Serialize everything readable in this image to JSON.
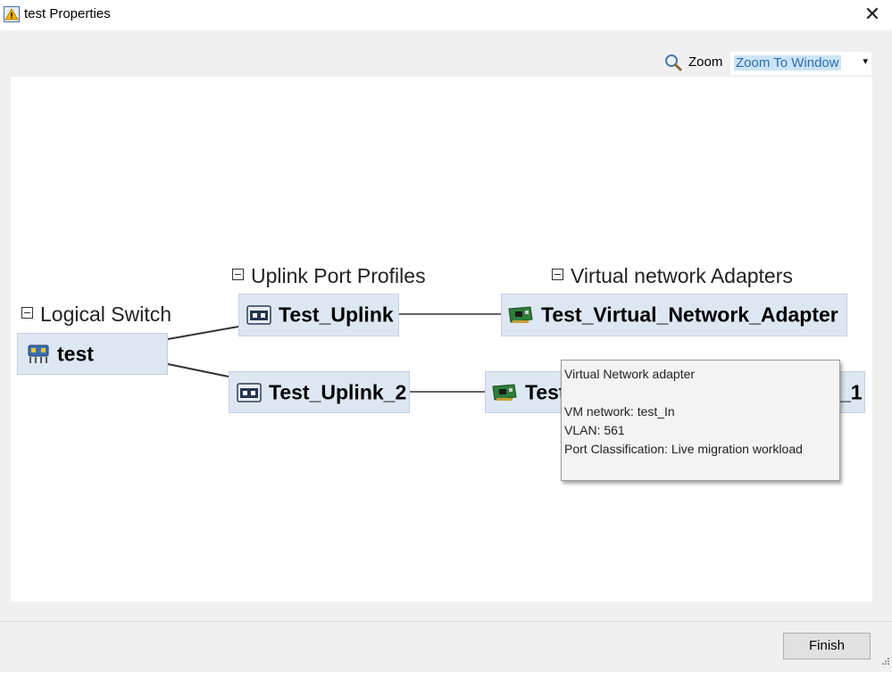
{
  "window": {
    "title": "test Properties",
    "close_glyph": "✕",
    "app_icon": "warning-app-icon"
  },
  "toolbar": {
    "zoom_icon": "magnifier-icon",
    "zoom_label": "Zoom",
    "zoom_value": "Zoom To Window",
    "zoom_caret": "▾"
  },
  "diagram": {
    "groups": {
      "logical_switch": "Logical Switch",
      "uplink_profiles": "Uplink Port Profiles",
      "virtual_adapters": "Virtual network Adapters"
    },
    "nodes": {
      "switch": "test",
      "uplink_1": "Test_Uplink",
      "uplink_2": "Test_Uplink_2",
      "adapter_1": "Test_Virtual_Network_Adapter",
      "adapter_2_visible_start": "Test",
      "adapter_2_visible_end": "_1"
    },
    "tooltip": {
      "title": "Virtual Network adapter",
      "vm_network": "VM network: test_In",
      "vlan": "VLAN: 561",
      "port_classification": "Port Classification: Live migration  workload"
    }
  },
  "footer": {
    "finish_label": "Finish"
  },
  "colors": {
    "node_bg": "#dde7f2",
    "zoom_highlight": "#cce4f7",
    "zoom_text": "#2b6cb0",
    "dialog_bg": "#f0f0f0"
  }
}
